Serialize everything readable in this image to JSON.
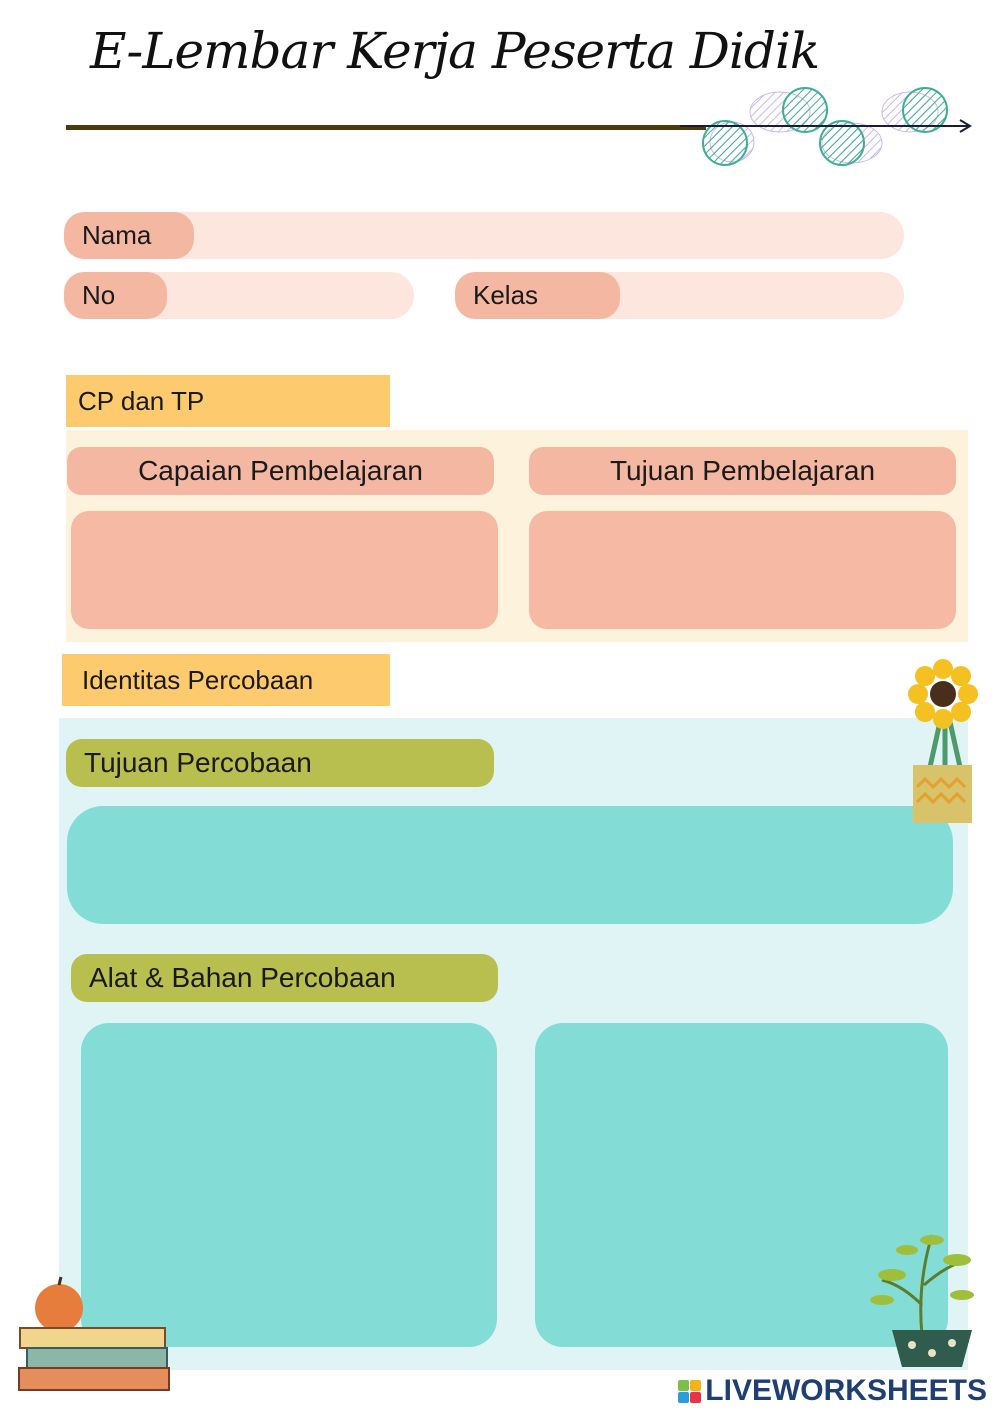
{
  "title": "E-Lembar Kerja Peserta Didik",
  "identity": {
    "name_label": "Nama",
    "no_label": "No",
    "class_label": "Kelas",
    "name_value": "",
    "no_value": "",
    "class_value": ""
  },
  "cp_tp": {
    "section_label": "CP dan TP",
    "cp_header": "Capaian Pembelajaran",
    "tp_header": "Tujuan Pembelajaran",
    "cp_value": "",
    "tp_value": ""
  },
  "experiment": {
    "section_label": "Identitas Percobaan",
    "purpose_label": "Tujuan Percobaan",
    "purpose_value": "",
    "tools_label": "Alat & Bahan Percobaan",
    "tools_value": "",
    "materials_value": ""
  },
  "brand": "LIVEWORKSHEETS"
}
